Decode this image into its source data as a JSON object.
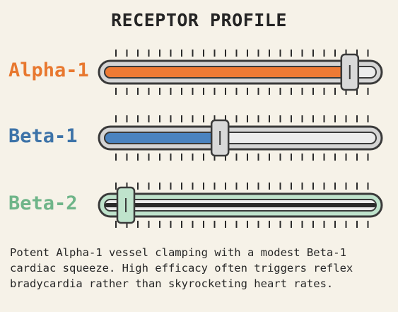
{
  "title": "RECEPTOR PROFILE",
  "receptors": [
    {
      "label": "Alpha-1",
      "level": 0.93,
      "color": "#e8782f",
      "fill": "#ee7a34",
      "track_bg": "#d5d5d5"
    },
    {
      "label": "Beta-1",
      "level": 0.42,
      "color": "#3d73a8",
      "fill": "#4a83c0",
      "track_bg": "#d5d5d5"
    },
    {
      "label": "Beta-2",
      "level": 0.05,
      "color": "#6fb589",
      "fill": "#bfe3cc",
      "track_bg": "#bfe3cc"
    }
  ],
  "description_lines": [
    "Potent Alpha-1 vessel clamping with a modest Beta-1",
    "cardiac squeeze. High efficacy often triggers reflex",
    "bradycardia rather than skyrocketing heart rates."
  ]
}
